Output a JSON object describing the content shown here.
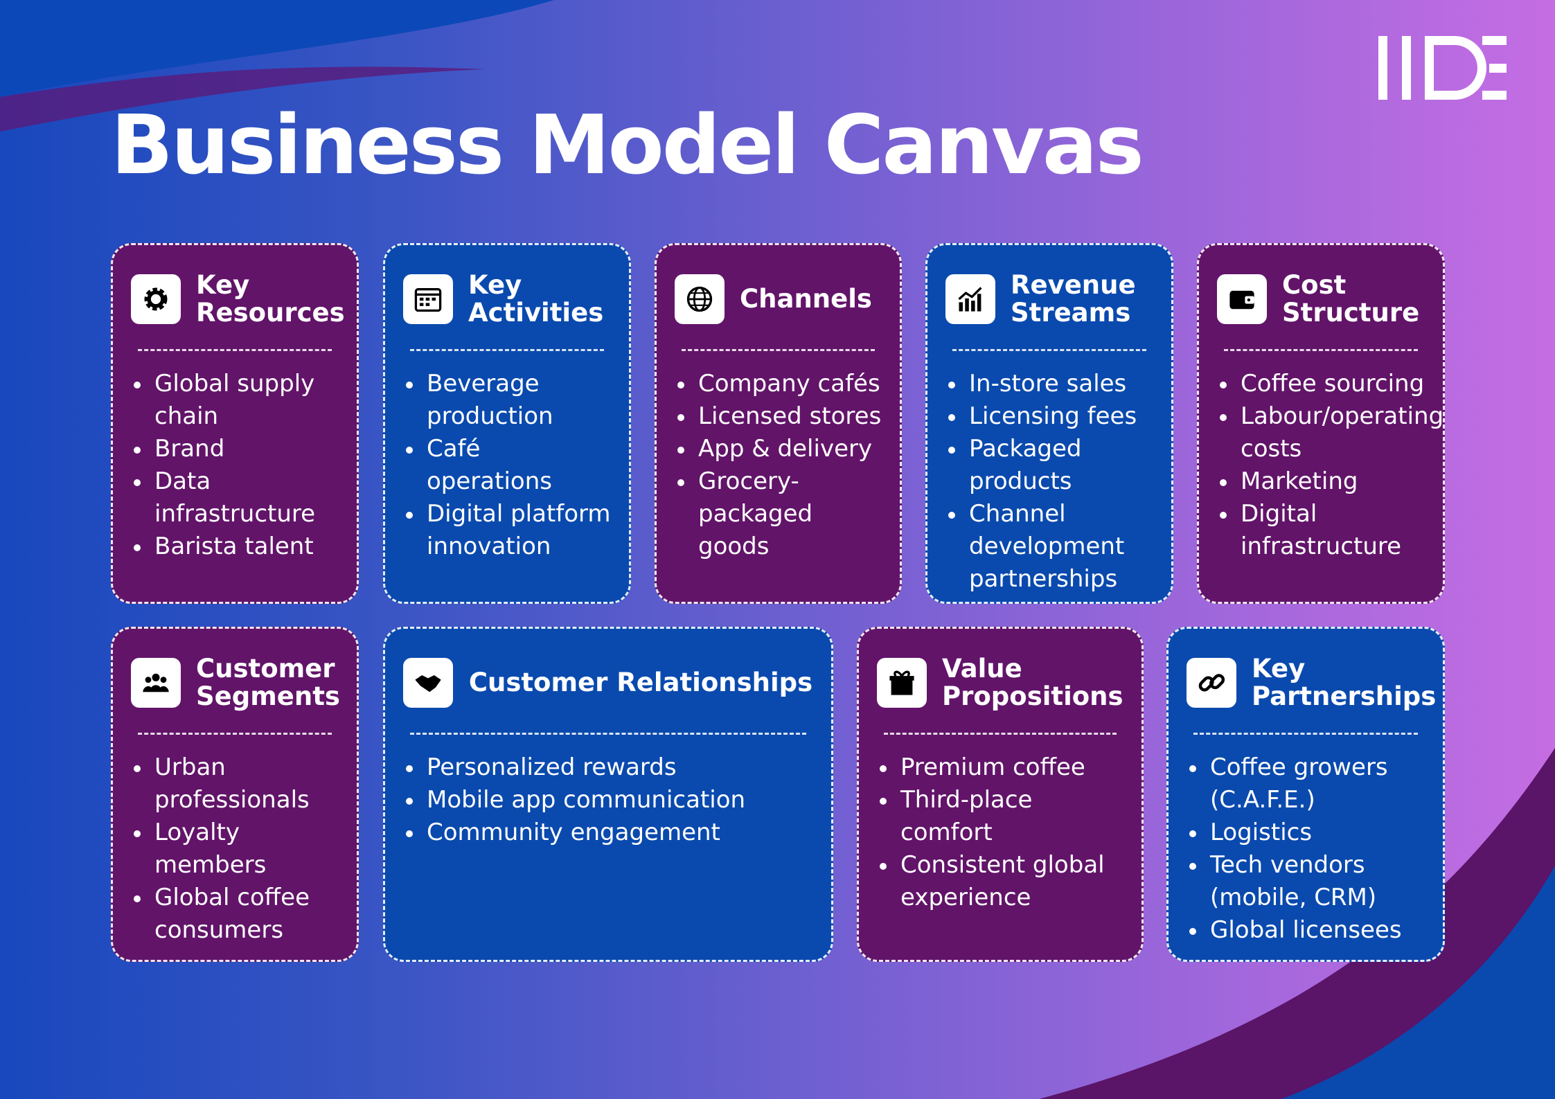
{
  "title": "Business Model Canvas",
  "logo": "IIDE",
  "cards": [
    {
      "title": "Key Resources",
      "icon": "gear-icon",
      "items": [
        "Global supply chain",
        "Brand",
        "Data infrastructure",
        "Barista talent"
      ]
    },
    {
      "title": "Key Activities",
      "icon": "calendar-icon",
      "items": [
        "Beverage production",
        "Café operations",
        "Digital platform innovation"
      ]
    },
    {
      "title": "Channels",
      "icon": "globe-icon",
      "items": [
        "Company cafés",
        "Licensed stores",
        "App & delivery",
        "Grocery-packaged goods"
      ]
    },
    {
      "title": "Revenue Streams",
      "icon": "chart-icon",
      "items": [
        "In-store sales",
        "Licensing fees",
        "Packaged products",
        "Channel development partnerships"
      ]
    },
    {
      "title": "Cost Structure",
      "icon": "wallet-icon",
      "items": [
        "Coffee sourcing",
        "Labour/operating costs",
        "Marketing",
        "Digital infrastructure"
      ]
    },
    {
      "title": "Customer Segments",
      "icon": "users-icon",
      "items": [
        "Urban professionals",
        "Loyalty members",
        "Global coffee consumers"
      ]
    },
    {
      "title": "Customer Relationships",
      "icon": "handshake-icon",
      "items": [
        "Personalized rewards",
        "Mobile app communication",
        "Community engagement"
      ]
    },
    {
      "title": "Value Propositions",
      "icon": "gift-icon",
      "items": [
        "Premium coffee",
        "Third-place comfort",
        "Consistent global experience"
      ]
    },
    {
      "title": "Key Partnerships",
      "icon": "link-icon",
      "items": [
        "Coffee growers (C.A.F.E.)",
        "Logistics",
        "Tech vendors (mobile, CRM)",
        "Global licensees"
      ]
    }
  ]
}
